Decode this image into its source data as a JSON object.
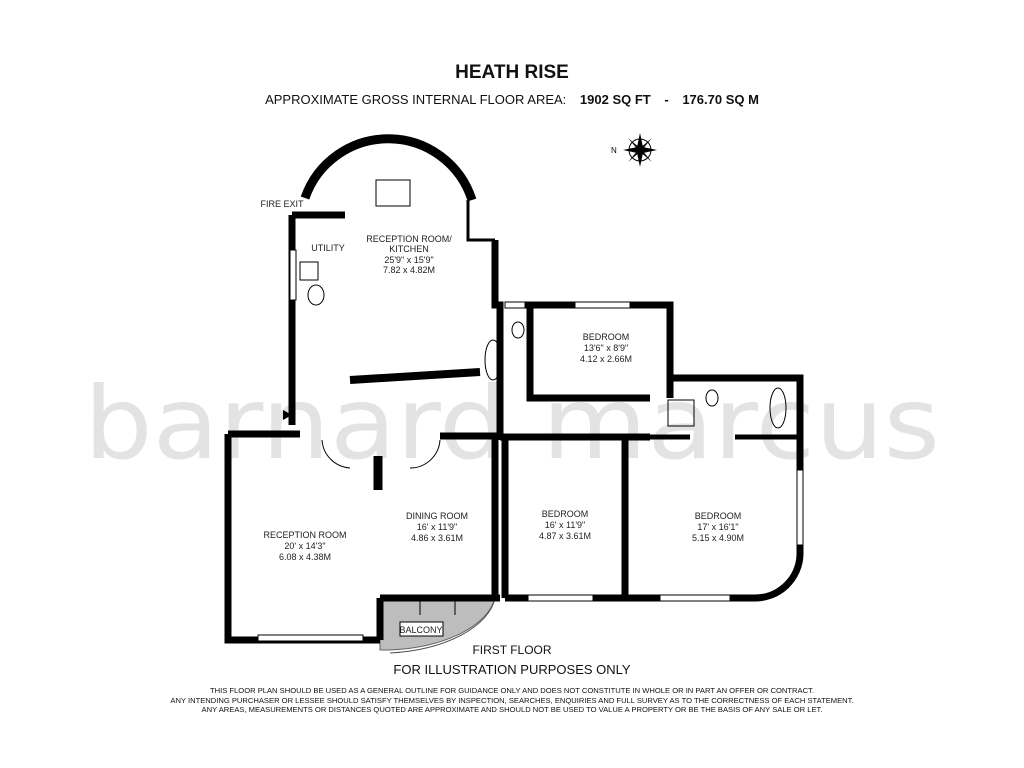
{
  "header": {
    "title": "HEATH RISE",
    "area_label": "APPROXIMATE GROSS INTERNAL FLOOR AREA:",
    "area_sqft": "1902 SQ FT",
    "separator": "-",
    "area_sqm": "176.70 SQ M"
  },
  "compass": {
    "north_label": "N"
  },
  "watermark": "barnard marcus",
  "plan": {
    "fire_exit": "FIRE EXIT",
    "utility": "UTILITY",
    "balcony": "BALCONY",
    "rooms": [
      {
        "name": "RECEPTION ROOM/",
        "name2": "KITCHEN",
        "imperial": "25'9\" x 15'9\"",
        "metric": "7.82 x 4.82M"
      },
      {
        "name": "BEDROOM",
        "imperial": "13'6\" x 8'9\"",
        "metric": "4.12 x 2.66M"
      },
      {
        "name": "RECEPTION ROOM",
        "imperial": "20' x 14'3\"",
        "metric": "6.08 x 4.38M"
      },
      {
        "name": "DINING ROOM",
        "imperial": "16' x 11'9\"",
        "metric": "4.86 x 3.61M"
      },
      {
        "name": "BEDROOM",
        "imperial": "16' x 11'9\"",
        "metric": "4.87 x 3.61M"
      },
      {
        "name": "BEDROOM",
        "imperial": "17' x 16'1\"",
        "metric": "5.15 x 4.90M"
      }
    ]
  },
  "footer": {
    "floor": "FIRST FLOOR",
    "illustration": "FOR ILLUSTRATION PURPOSES ONLY",
    "disclaimer": [
      "THIS FLOOR PLAN SHOULD BE USED AS A GENERAL OUTLINE FOR GUIDANCE ONLY AND DOES NOT CONSTITUTE IN WHOLE OR IN PART AN OFFER OR CONTRACT.",
      "ANY INTENDING PURCHASER OR LESSEE SHOULD SATISFY THEMSELVES BY INSPECTION, SEARCHES, ENQUIRIES AND FULL SURVEY AS TO THE CORRECTNESS OF EACH STATEMENT.",
      "ANY AREAS, MEASUREMENTS OR DISTANCES QUOTED ARE APPROXIMATE AND SHOULD NOT BE USED TO VALUE A PROPERTY OR BE THE BASIS OF ANY SALE OR LET."
    ]
  },
  "colors": {
    "wall": "#000000",
    "balcony": "#bdbdbd",
    "watermark": "#e3e3e3"
  }
}
